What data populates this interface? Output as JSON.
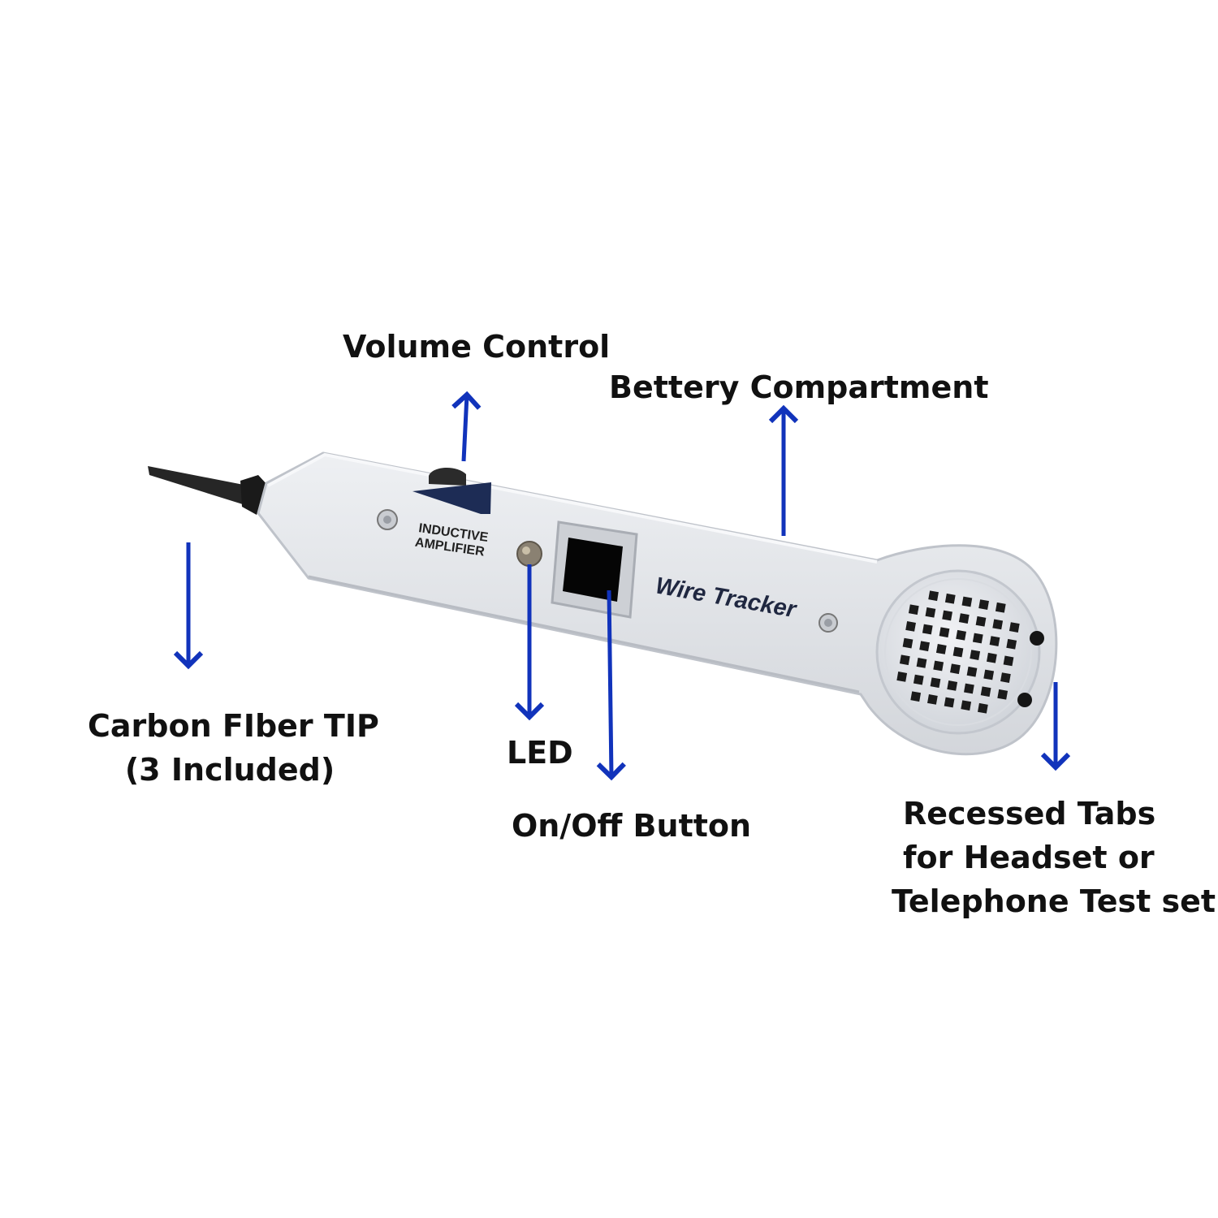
{
  "colors": {
    "arrow": "#1133bb",
    "body": "#e4e6ea",
    "body_outline": "#bfc3ca",
    "tip": "#1e1e1e",
    "text": "#111111"
  },
  "device": {
    "brand_text": "Wire Tracker",
    "panel_text_line1": "INDUCTIVE",
    "panel_text_line2": "AMPLIFIER"
  },
  "callouts": {
    "volume_control": "Volume Control",
    "battery_compartment": "Bettery Compartment",
    "carbon_tip_line1": "Carbon FIber TIP",
    "carbon_tip_line2": "(3 Included)",
    "led": "LED",
    "on_off_button": "On/Off Button",
    "recessed_tabs_line1": "Recessed Tabs",
    "recessed_tabs_line2": "for Headset or",
    "recessed_tabs_line3": "Telephone Test set"
  }
}
